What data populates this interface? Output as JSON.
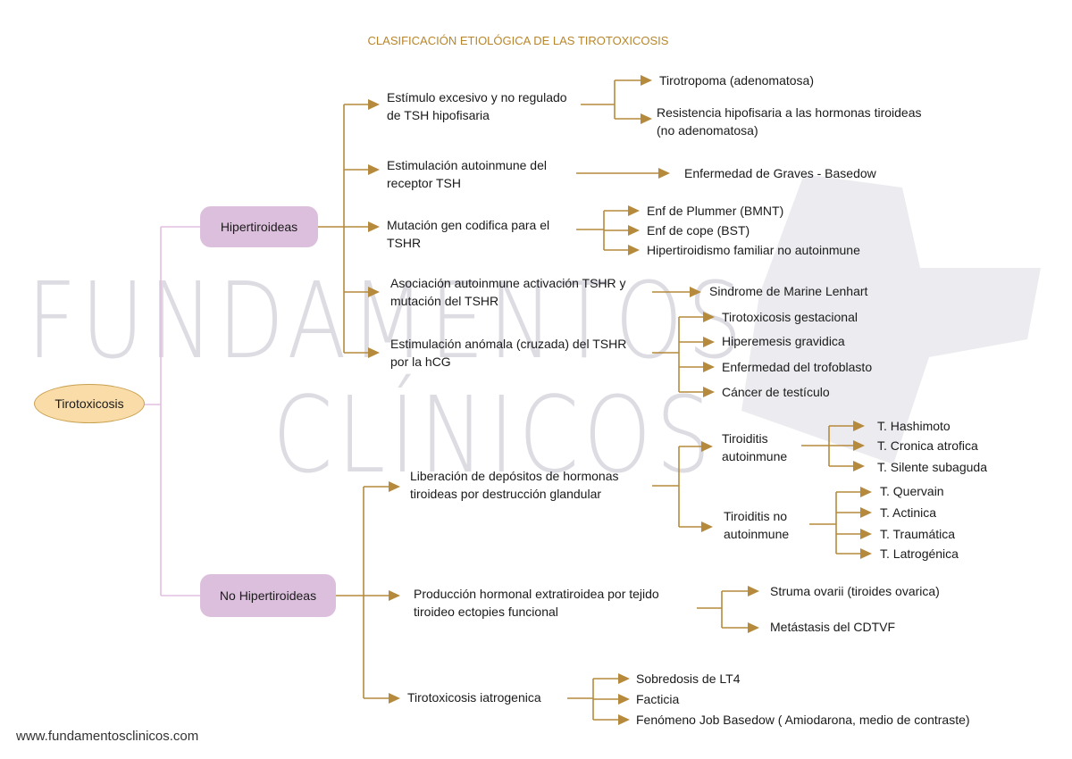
{
  "title": "CLASIFICACIÓN ETIOLÓGICA DE LAS TIROTOXICOSIS",
  "watermark": {
    "line1": "FUNDAMENTOS",
    "line2": "CLÍNICOS"
  },
  "root": "Tirotoxicosis",
  "hyper": {
    "label": "Hipertiroideas",
    "causes": [
      {
        "l1": "Estímulo excesivo y no regulado",
        "l2": "de TSH hipofisaria",
        "items": [
          {
            "l1": "Tirotropoma (adenomatosa)"
          },
          {
            "l1": "Resistencia hipofisaria a las hormonas tiroideas",
            "l2": "(no adenomatosa)"
          }
        ]
      },
      {
        "l1": "Estimulación autoinmune del",
        "l2": "receptor TSH",
        "items": [
          {
            "l1": "Enfermedad de Graves - Basedow"
          }
        ]
      },
      {
        "l1": "Mutación gen codifica para el",
        "l2": "TSHR",
        "items": [
          {
            "l1": "Enf de Plummer (BMNT)"
          },
          {
            "l1": "Enf de cope (BST)"
          },
          {
            "l1": "Hipertiroidismo familiar no autoinmune"
          }
        ]
      },
      {
        "l1": "Asociación autoinmune activación TSHR y",
        "l2": "mutación del  TSHR",
        "items": [
          {
            "l1": "Sindrome de Marine Lenhart"
          }
        ]
      },
      {
        "l1": "Estimulación  anómala (cruzada) del TSHR",
        "l2": "por la hCG",
        "items": [
          {
            "l1": "Tirotoxicosis gestacional"
          },
          {
            "l1": "Hiperemesis gravidica"
          },
          {
            "l1": "Enfermedad del trofoblasto"
          },
          {
            "l1": "Cáncer de testículo"
          }
        ]
      }
    ]
  },
  "nonhyper": {
    "label": "No Hipertiroideas",
    "causes": [
      {
        "l1": "Liberación de depósitos de hormonas",
        "l2": "tiroideas por destrucción glandular",
        "groups": [
          {
            "l1": "Tiroiditis",
            "l2": "autoinmune",
            "items": [
              "T. Hashimoto",
              "T. Cronica atrofica",
              "T. Silente subaguda"
            ]
          },
          {
            "l1": "Tiroiditis no",
            "l2": "autoinmune",
            "items": [
              "T. Quervain",
              "T. Actinica",
              "T. Traumática",
              "T. Latrogénica"
            ]
          }
        ]
      },
      {
        "l1": "Producción hormonal extratiroidea por tejido",
        "l2": "tiroideo ectopies funcional",
        "items": [
          "Struma ovarii (tiroides ovarica)",
          "Metástasis del CDTVF"
        ]
      },
      {
        "l1": "Tirotoxicosis iatrogenica",
        "items": [
          "Sobredosis de LT4",
          "Facticia",
          "Fenómeno Job Basedow ( Amiodarona, medio de contraste)"
        ]
      }
    ]
  },
  "footer": "www.fundamentosclinicos.com",
  "colors": {
    "arrow": "#b58a3c",
    "title": "#b8862a",
    "pink_box": "#dcbfdc",
    "root_fill": "#f9dca8",
    "pink_line": "#e2bfe0"
  }
}
